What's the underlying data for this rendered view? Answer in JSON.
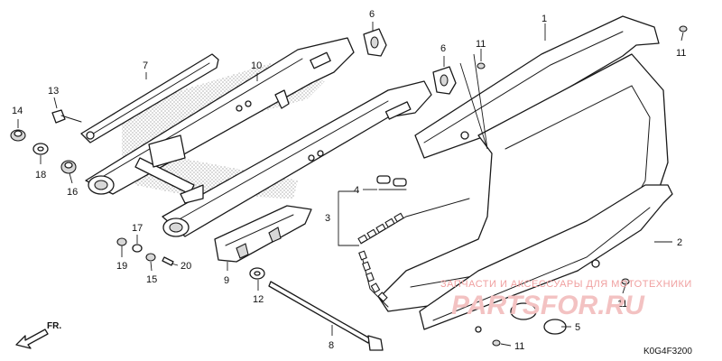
{
  "diagram": {
    "code": "K0G4F3200",
    "direction_label": "FR.",
    "watermark_text": "ЗАПЧАСТИ И АКСЕССУАРЫ ДЛЯ МОТОТЕХНИКИ",
    "watermark_logo": "PARTSFOR.RU",
    "callouts": [
      "1",
      "2",
      "3",
      "4",
      "5",
      "6",
      "6",
      "7",
      "8",
      "9",
      "10",
      "11",
      "11",
      "11",
      "11",
      "12",
      "13",
      "14",
      "15",
      "16",
      "17",
      "18",
      "19",
      "20"
    ]
  }
}
